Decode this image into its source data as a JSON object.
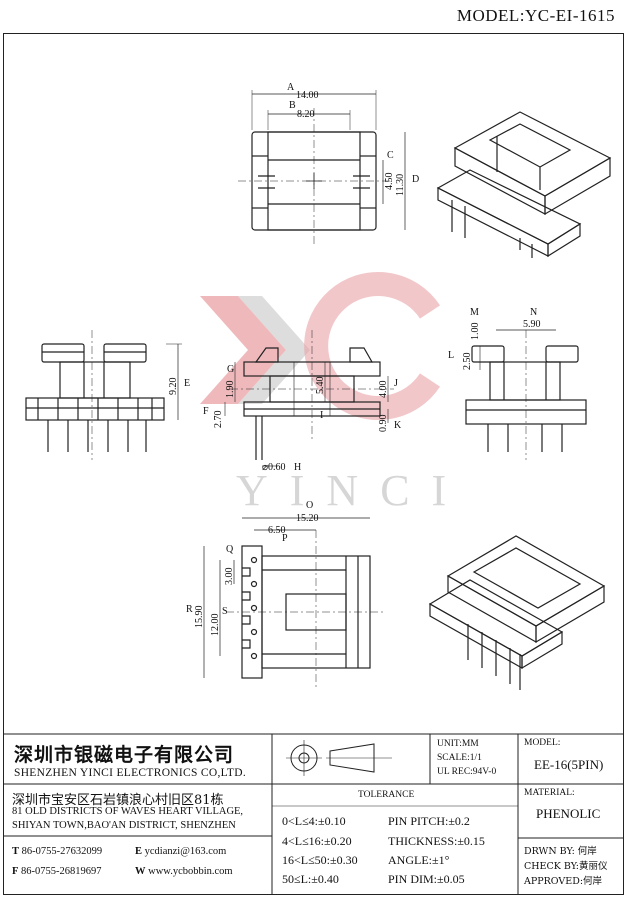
{
  "model_title": "MODEL:YC-EI-1615",
  "watermark": "YINCI",
  "dimensions": {
    "A": "A",
    "A_val": "14.00",
    "B": "B",
    "B_val": "8.20",
    "C": "C",
    "C_val": "4.50",
    "D": "D",
    "D_val": "11.30",
    "E": "E",
    "E_val": "9.20",
    "F": "F",
    "F_val": "2.70",
    "G": "G",
    "G_val": "1.90",
    "H": "H",
    "H_val": "⌀0.60",
    "I": "I",
    "I_val": "5.40",
    "J": "J",
    "J_val": "4.00",
    "K": "K",
    "K_val": "0.90",
    "L": "L",
    "L_val": "2.50",
    "M": "M",
    "M_val": "1.00",
    "N": "N",
    "N_val": "5.90",
    "O": "O",
    "O_val": "15.20",
    "P": "P",
    "P_val": "6.50",
    "Q": "Q",
    "Q_val": "3.00",
    "R": "R",
    "R_val": "15.90",
    "S": "S",
    "S_val": "12.00"
  },
  "company": {
    "name_cn": "深圳市银磁电子有限公司",
    "name_en": "SHENZHEN YINCI ELECTRONICS CO,LTD.",
    "address_cn": "深圳市宝安区石岩镇浪心村旧区81栋",
    "address_en1": "81 OLD DISTRICTS OF WAVES HEART VILLAGE,",
    "address_en2": "SHIYAN TOWN,BAO'AN DISTRICT, SHENZHEN",
    "tel_label": "T",
    "tel": "86-0755-27632099",
    "email_label": "E",
    "email": "ycdianzi@163.com",
    "fax_label": "F",
    "fax": "86-0755-26819697",
    "web_label": "W",
    "web": "www.ycbobbin.com"
  },
  "specs": {
    "unit": "UNIT:MM",
    "scale": "SCALE:1/1",
    "ul": "UL REC:94V-0",
    "tolerance_title": "TOLERANCE",
    "tol": [
      "0<L≤4:±0.10",
      "4<L≤16:±0.20",
      "16<L≤50:±0.30",
      "50≤L:±0.40"
    ],
    "pin_pitch": "PIN PITCH:±0.2",
    "thickness": "THICKNESS:±0.15",
    "angle": "ANGLE:±1°",
    "pin_dim": "PIN DIM:±0.05"
  },
  "model_box": {
    "label": "MODEL:",
    "value": "EE-16(5PIN)"
  },
  "material_box": {
    "label": "MATERIAL:",
    "value": "PHENOLIC"
  },
  "approvals": {
    "drawn": "DRWN BY: 何岸",
    "check": "CHECK BY:黄丽仪",
    "approved": "APPROVED:何岸"
  },
  "colors": {
    "line": "#222222",
    "watermark_red": "#e9a2a6",
    "watermark_gray": "#cfcfcf"
  }
}
